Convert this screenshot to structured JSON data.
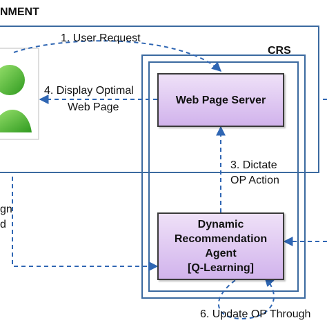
{
  "environment": {
    "title": "NMENT"
  },
  "crs": {
    "title": "CRS"
  },
  "arrows": {
    "user_request": "1. User Request",
    "display_line1": "4. Display Optimal",
    "display_line2": "Web Page",
    "dictate_line1": "3. Dictate",
    "dictate_line2": "OP Action",
    "update": "6. Update OP Through"
  },
  "boxes": {
    "web_page_server": "Web Page Server",
    "agent_line1": "Dynamic",
    "agent_line2": "Recommendation",
    "agent_line3": "Agent",
    "agent_line4": "[Q-Learning]"
  },
  "left_fragments": {
    "line1": "gn",
    "line2": "d"
  },
  "colors": {
    "box_fill_top": "#efe1f8",
    "box_fill_bottom": "#d1b3ec",
    "frame_blue": "#3b6aa0",
    "dashed_arrow": "#2f66b3",
    "avatar_green": "#3fb52a"
  },
  "icons": {
    "user": "user-avatar-icon"
  }
}
